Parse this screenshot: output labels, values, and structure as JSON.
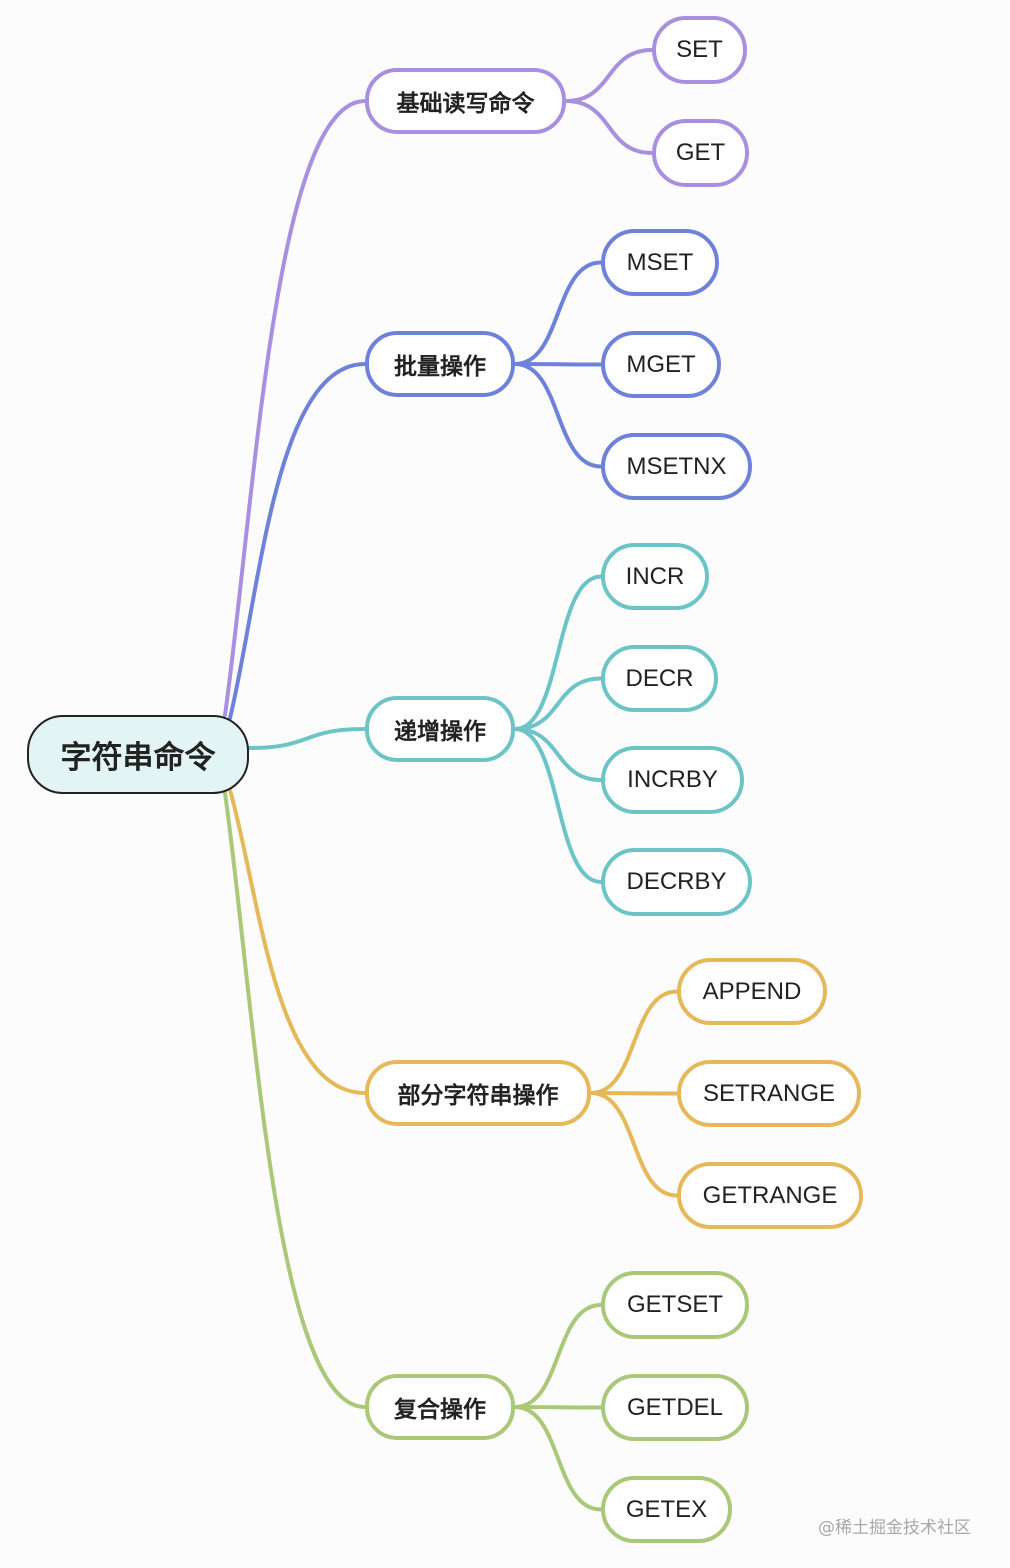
{
  "root": {
    "label": "字符串命令"
  },
  "branches": [
    {
      "label": "基础读写命令",
      "color": "#a98fdf",
      "leaves": [
        "SET",
        "GET"
      ]
    },
    {
      "label": "批量操作",
      "color": "#6f82d9",
      "leaves": [
        "MSET",
        "MGET",
        "MSETNX"
      ]
    },
    {
      "label": "递增操作",
      "color": "#6cc4c6",
      "leaves": [
        "INCR",
        "DECR",
        "INCRBY",
        "DECRBY"
      ]
    },
    {
      "label": "部分字符串操作",
      "color": "#e5b95a",
      "leaves": [
        "APPEND",
        "SETRANGE",
        "GETRANGE"
      ]
    },
    {
      "label": "复合操作",
      "color": "#a9c878",
      "leaves": [
        "GETSET",
        "GETDEL",
        "GETEX"
      ]
    }
  ],
  "watermark": "@稀土掘金技术社区"
}
